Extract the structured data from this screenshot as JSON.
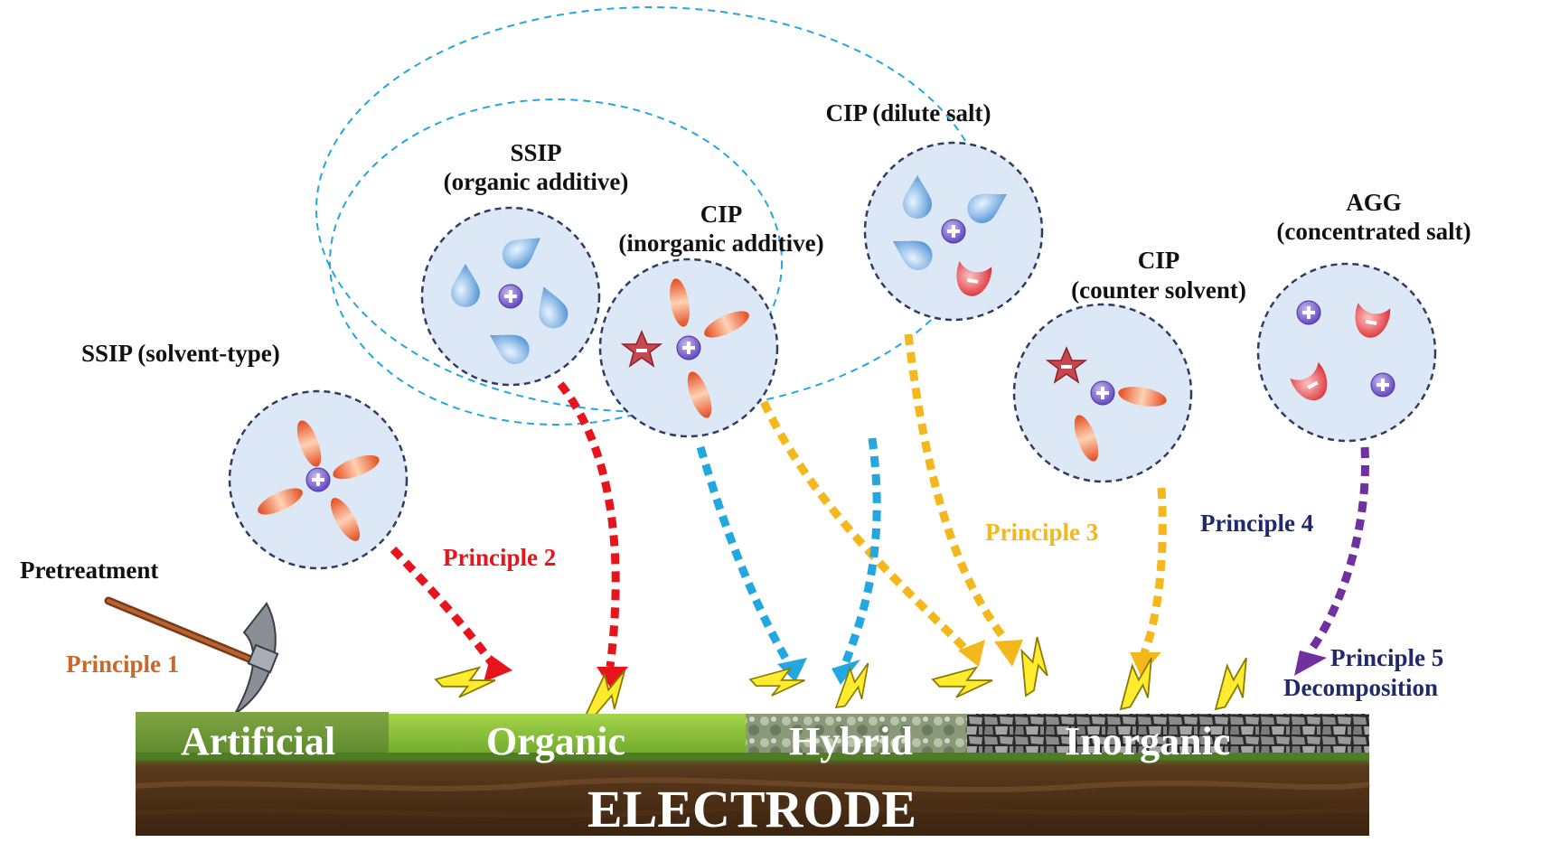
{
  "clusters": {
    "ssip_solvent": {
      "label": "SSIP  (solvent-type)"
    },
    "ssip_organic": {
      "label_line1": "SSIP",
      "label_line2": "(organic additive)"
    },
    "cip_inorganic": {
      "label_line1": "CIP",
      "label_line2": "(inorganic additive)"
    },
    "cip_dilute": {
      "label": "CIP (dilute salt)"
    },
    "cip_counter": {
      "label_line1": "CIP",
      "label_line2": "(counter solvent)"
    },
    "agg": {
      "label_line1": "AGG",
      "label_line2": "(concentrated salt)"
    }
  },
  "principles": {
    "p1": "Principle 1",
    "p2": "Principle 2",
    "p3": "Principle 3",
    "p4": "Principle 4",
    "p5": "Principle 5",
    "p5_sub": "Decomposition",
    "pretreatment": "Pretreatment"
  },
  "layers": {
    "artificial": "Artificial",
    "organic": "Organic",
    "hybrid": "Hybrid",
    "inorganic": "Inorganic"
  },
  "electrode": "ELECTRODE",
  "colors": {
    "principle1": "#c8682a",
    "principle2": "#e8141c",
    "principle3": "#f5b81c",
    "principle4": "#1f2a6b",
    "principle5": "#1f2a6b",
    "blue_arrow": "#22a7e0",
    "purple_arrow": "#7030a0",
    "cluster_fill": "#dce8f5",
    "cluster_border": "#2f3d66",
    "ellipse": "#22a7e0"
  }
}
